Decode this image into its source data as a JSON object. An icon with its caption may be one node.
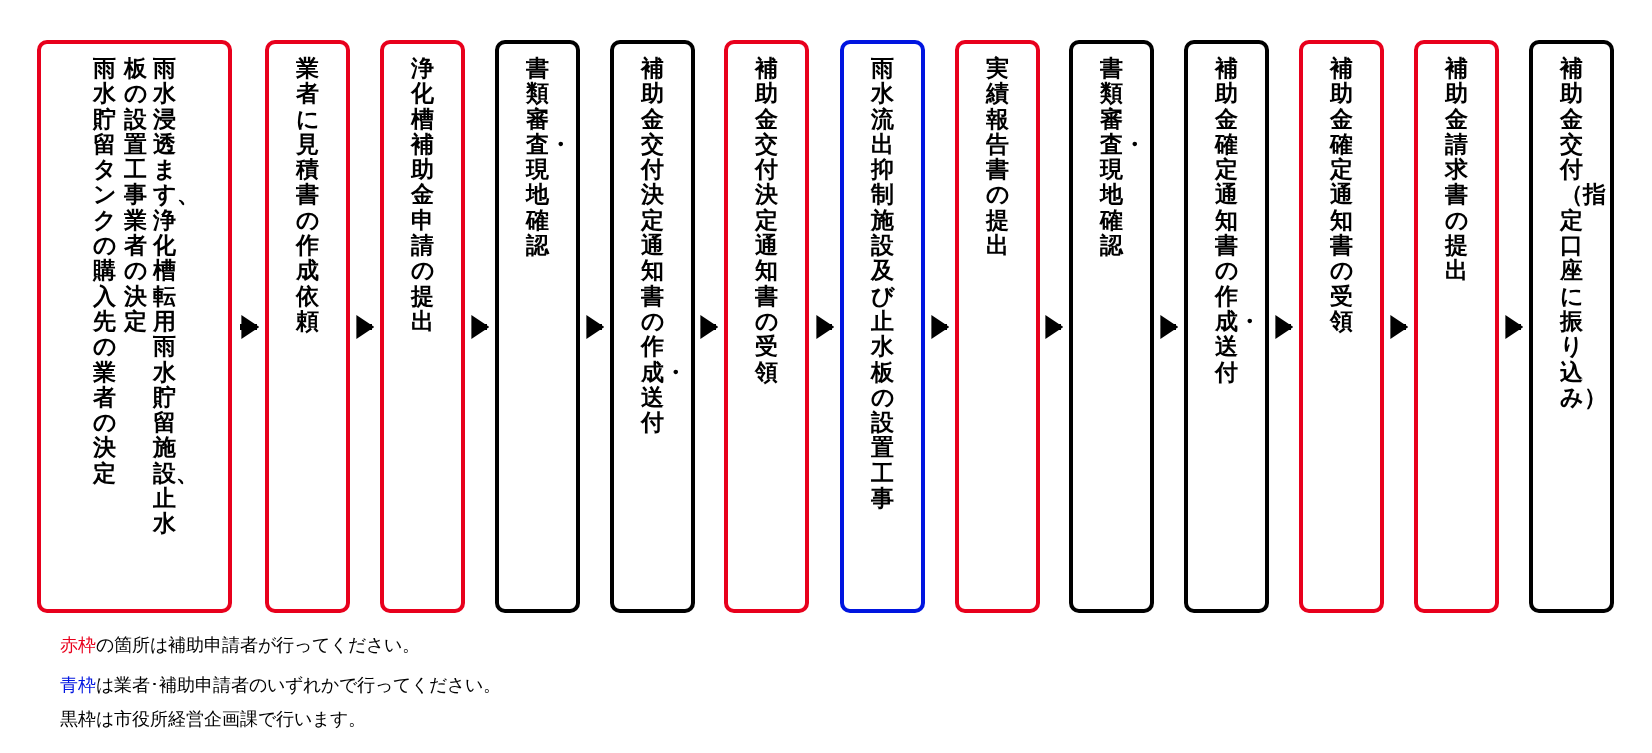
{
  "diagram": {
    "nodes": [
      {
        "text": [
          "雨水貯留タンクの購入先の業者の決定",
          "雨水浸透ます、浄化槽転用雨水貯留施設、止水板の設置工事業者の決定"
        ]
      },
      {
        "text": [
          "業者に見積書の作成依頼"
        ]
      },
      {
        "text": [
          "浄化槽補助金申請の提出"
        ]
      },
      {
        "text": [
          "書類審査・現地確認"
        ]
      },
      {
        "text": [
          "補助金交付決定通知書の作成・送付"
        ]
      },
      {
        "text": [
          "補助金交付決定通知書の受領"
        ]
      },
      {
        "text": [
          "雨水流出抑制施設及び止水板の設置工事"
        ]
      },
      {
        "text": [
          "実績報告書の提出"
        ]
      },
      {
        "text": [
          "書類審査・現地確認"
        ]
      },
      {
        "text": [
          "補助金確定通知書の作成・送付"
        ]
      },
      {
        "text": [
          "補助金確定通知書の受領"
        ]
      },
      {
        "text": [
          "補助金請求書の提出"
        ]
      },
      {
        "text": [
          "補助金交付（指定口座に振り込み）"
        ]
      }
    ],
    "edges": [
      {
        "from": 0,
        "to": 1,
        "arrow": "to"
      },
      {
        "from": 1,
        "to": 2,
        "arrow": "to"
      },
      {
        "from": 2,
        "to": 3,
        "arrow": "to"
      },
      {
        "from": 3,
        "to": 4,
        "arrow": "to"
      },
      {
        "from": 4,
        "to": 5,
        "arrow": "to"
      },
      {
        "from": 5,
        "to": 6,
        "arrow": "to"
      },
      {
        "from": 6,
        "to": 7,
        "arrow": "to"
      },
      {
        "from": 7,
        "to": 8,
        "arrow": "to"
      },
      {
        "from": 8,
        "to": 9,
        "arrow": "to"
      },
      {
        "from": 9,
        "to": 10,
        "arrow": "to"
      },
      {
        "from": 10,
        "to": 11,
        "arrow": "to"
      },
      {
        "from": 11,
        "to": 12,
        "arrow": "to"
      }
    ],
    "legend": [
      {
        "text": "赤枠の箇所は補助申請者が行ってください。",
        "color": "#e8001c"
      },
      {
        "text": "青枠は業者･補助申請者のいずれかで行ってください。",
        "color": "#0015e0"
      },
      {
        "text": "黒枠は市役所経営企画課で行います。",
        "color": "#000000"
      }
    ]
  }
}
